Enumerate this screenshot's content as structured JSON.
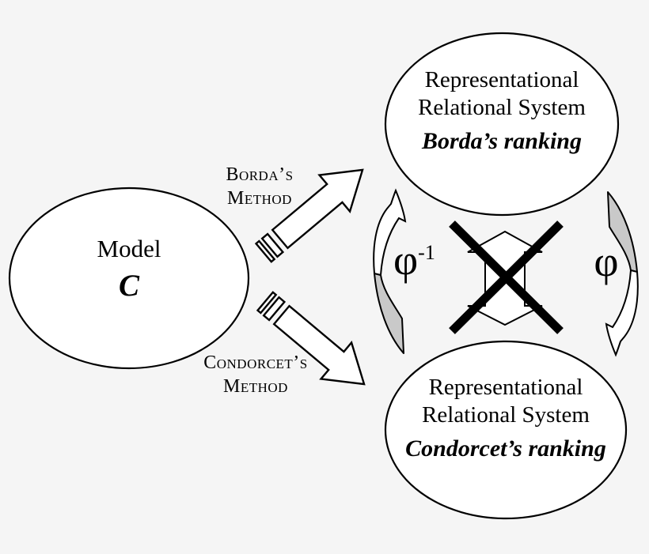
{
  "diagram": {
    "colors": {
      "background": "#f5f5f5",
      "fill": "#ffffff",
      "outline": "#000000",
      "shade": "#c9c9c9"
    },
    "model": {
      "title": "Model",
      "symbol": "C"
    },
    "methods": {
      "borda": {
        "line1": "Borda’s",
        "line2": "Method"
      },
      "condorcet": {
        "line1": "Condorcet’s",
        "line2": "Method"
      }
    },
    "systems": {
      "borda": {
        "line1": "Representational",
        "line2": "Relational System",
        "ranking": "Borda’s ranking"
      },
      "condorcet": {
        "line1": "Representational",
        "line2": "Relational System",
        "ranking": "Condorcet’s ranking"
      }
    },
    "mappings": {
      "phi": "φ",
      "phi_inverse_base": "φ",
      "phi_inverse_sup": "-1"
    }
  }
}
